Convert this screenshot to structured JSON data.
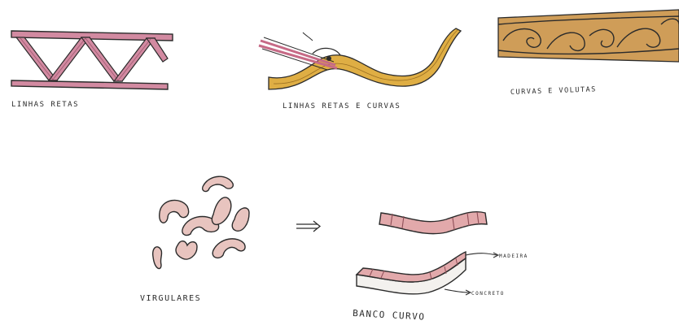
{
  "sketches": {
    "straight_lines": {
      "label": "LINHAS RETAS"
    },
    "straight_and_curved": {
      "label": "LINHAS RETAS E CURVAS"
    },
    "curves_and_volutes": {
      "label": "CURVAS E VOLUTAS"
    },
    "commas": {
      "label": "VIRGULARES"
    },
    "curved_bench": {
      "label": "BANCO CURVO",
      "annotations": {
        "top_material": "MADEIRA",
        "base_material": "CONCRETO"
      }
    }
  },
  "colors": {
    "ink": "#2b2b2b",
    "pink_line": "#c66a86",
    "ochre_ribbon": "#dfae44",
    "volute_band": "#cf9d58",
    "comma_fill": "#e8c4bf",
    "bench_top": "#e2a9ab",
    "bench_side": "#f3f1ee",
    "arrow_icon": "right-arrow-icon"
  }
}
